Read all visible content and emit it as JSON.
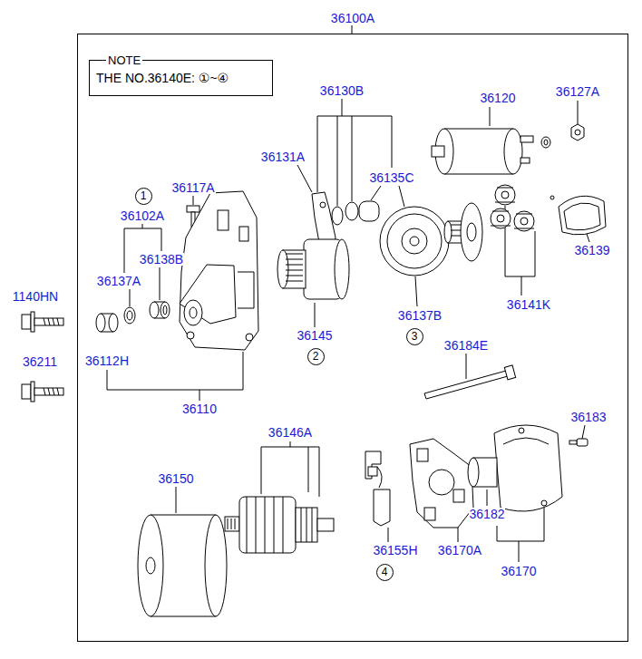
{
  "diagram": {
    "nodes": [
      {
        "text": [
          "36100A"
        ]
      },
      {
        "text": [
          "NOTE",
          "THE NO.36140E: ①~④"
        ],
        "in": 0
      },
      {
        "text": [
          "1"
        ],
        "in": 0
      },
      {
        "text": [
          "2"
        ],
        "in": 0
      },
      {
        "text": [
          "3"
        ],
        "in": 0
      },
      {
        "text": [
          "4"
        ],
        "in": 0
      }
    ],
    "labels": [
      "36130B",
      "36120",
      "36127A",
      "36131A",
      "36135C",
      "36117A",
      "36102A",
      "36139",
      "36138B",
      "36137A",
      "1140HN",
      "36141K",
      "36137B",
      "36145",
      "36184E",
      "36211",
      "36112H",
      "36110",
      "36183",
      "36146A",
      "36150",
      "36182",
      "36155H",
      "36170A",
      "36170"
    ]
  }
}
